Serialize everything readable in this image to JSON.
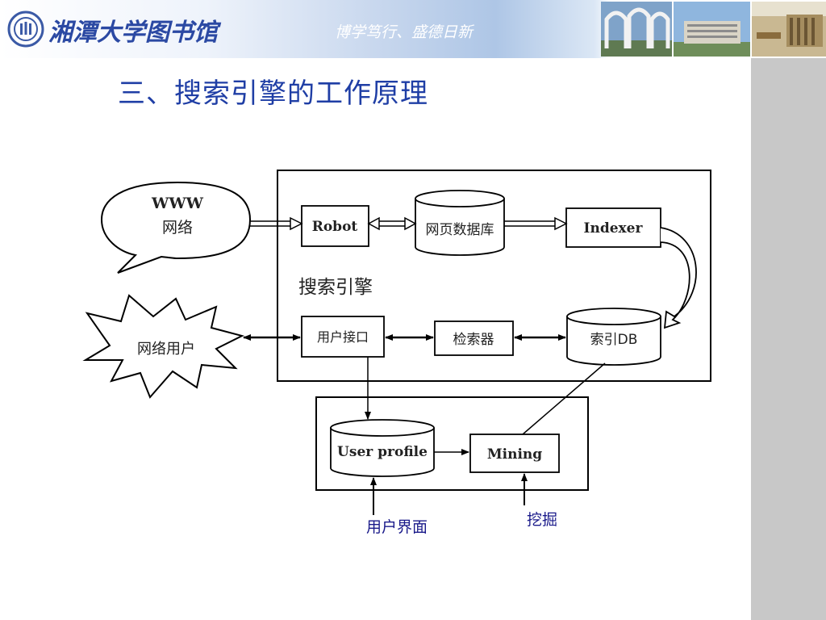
{
  "header": {
    "logo_text": "湘潭大学图书馆",
    "slogan": "博学笃行、盛德日新"
  },
  "title": "三、搜索引擎的工作原理",
  "diagram": {
    "nodes": {
      "www_cloud": [
        "WWW",
        "网络"
      ],
      "web_user": "网络用户",
      "robot": "Robot",
      "webpage_db": "网页数据库",
      "indexer": "Indexer",
      "engine_label": "搜索引擎",
      "user_interface": "用户接口",
      "retriever": "检索器",
      "index_db": "索引DB",
      "user_profile": "User  profile",
      "mining": "Mining"
    },
    "annotations": {
      "user_ui": "用户界面",
      "mining_cn": "挖掘"
    }
  }
}
